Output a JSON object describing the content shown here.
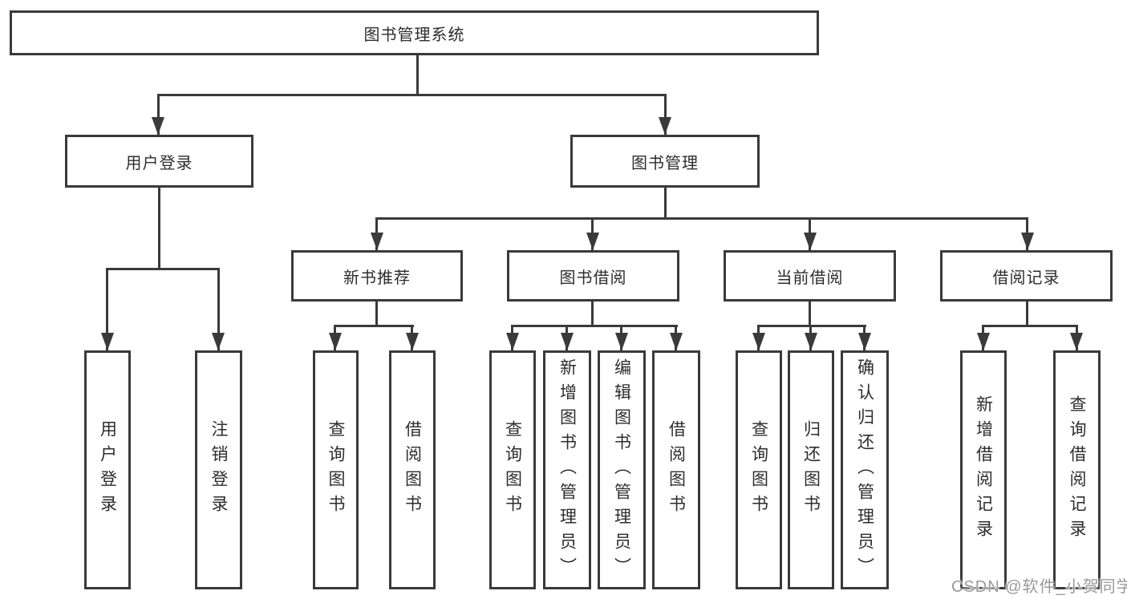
{
  "diagram": {
    "title": "图书管理系统",
    "nodes": {
      "root": "图书管理系统",
      "l2": [
        "用户登录",
        "图书管理"
      ],
      "l3": [
        "新书推荐",
        "图书借阅",
        "当前借阅",
        "借阅记录"
      ],
      "leaves_user": [
        "用户登录",
        "注销登录"
      ],
      "leaves_newbook": [
        "查询图书",
        "借阅图书"
      ],
      "leaves_borrow": [
        "查询图书",
        "新增图书（管理员）",
        "编辑图书（管理员）",
        "借阅图书"
      ],
      "leaves_current": [
        "查询图书",
        "归还图书",
        "确认归还（管理员）"
      ],
      "leaves_records": [
        "新增借阅记录",
        "查询借阅记录"
      ]
    },
    "colors": {
      "line": "#3a3a3a",
      "box_border": "#3a3a3a",
      "text": "#2d2d2d",
      "background": "#ffffff",
      "watermark_text": "#9a9a9a"
    }
  },
  "watermark": {
    "text": "CSDN @软件_小贺同学"
  }
}
